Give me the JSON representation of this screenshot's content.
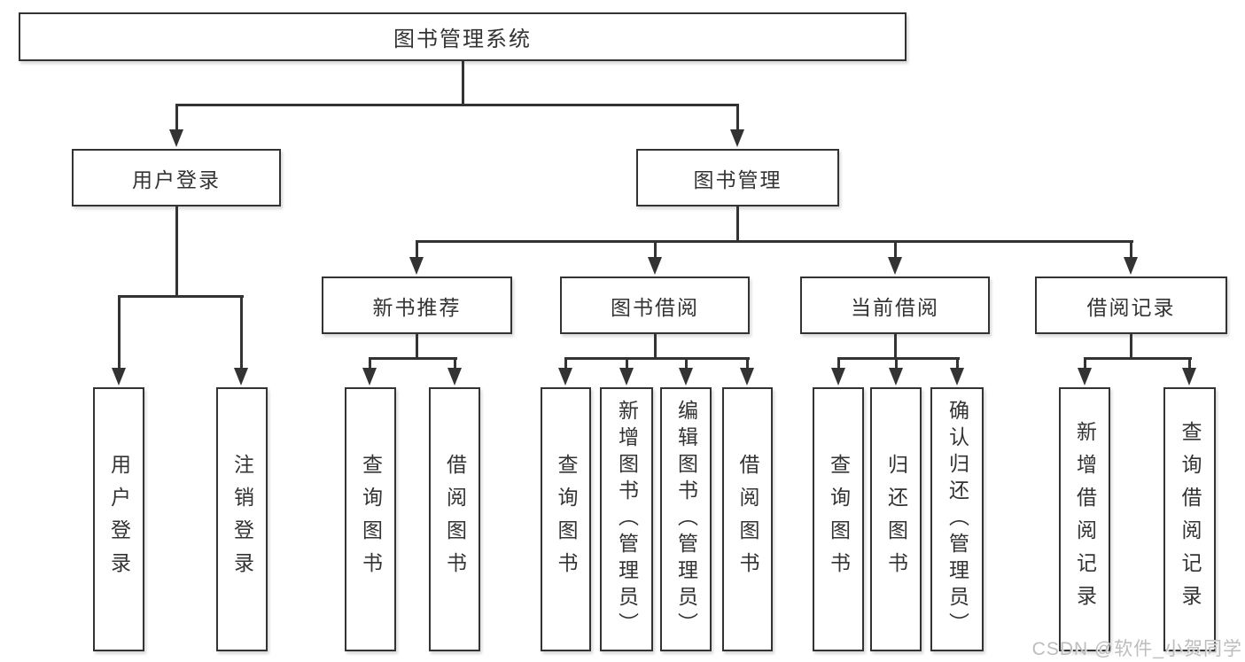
{
  "tree": {
    "label": "图书管理系统",
    "children": [
      {
        "label": "用户登录",
        "children": [
          {
            "label": "用户登录"
          },
          {
            "label": "注销登录"
          }
        ]
      },
      {
        "label": "图书管理",
        "children": [
          {
            "label": "新书推荐",
            "children": [
              {
                "label": "查询图书"
              },
              {
                "label": "借阅图书"
              }
            ]
          },
          {
            "label": "图书借阅",
            "children": [
              {
                "label": "查询图书"
              },
              {
                "label": "新增图书（管理员）"
              },
              {
                "label": "编辑图书（管理员）"
              },
              {
                "label": "借阅图书"
              }
            ]
          },
          {
            "label": "当前借阅",
            "children": [
              {
                "label": "查询图书"
              },
              {
                "label": "归还图书"
              },
              {
                "label": "确认归还（管理员）"
              }
            ]
          },
          {
            "label": "借阅记录",
            "children": [
              {
                "label": "新增借阅记录"
              },
              {
                "label": "查询借阅记录"
              }
            ]
          }
        ]
      }
    ]
  },
  "watermark": "CSDN @软件_小贺同学",
  "colors": {
    "line": "#333333",
    "text": "#333333",
    "box_background": "#ffffff",
    "watermark": "#bdbdbd",
    "background": "#ffffff"
  }
}
